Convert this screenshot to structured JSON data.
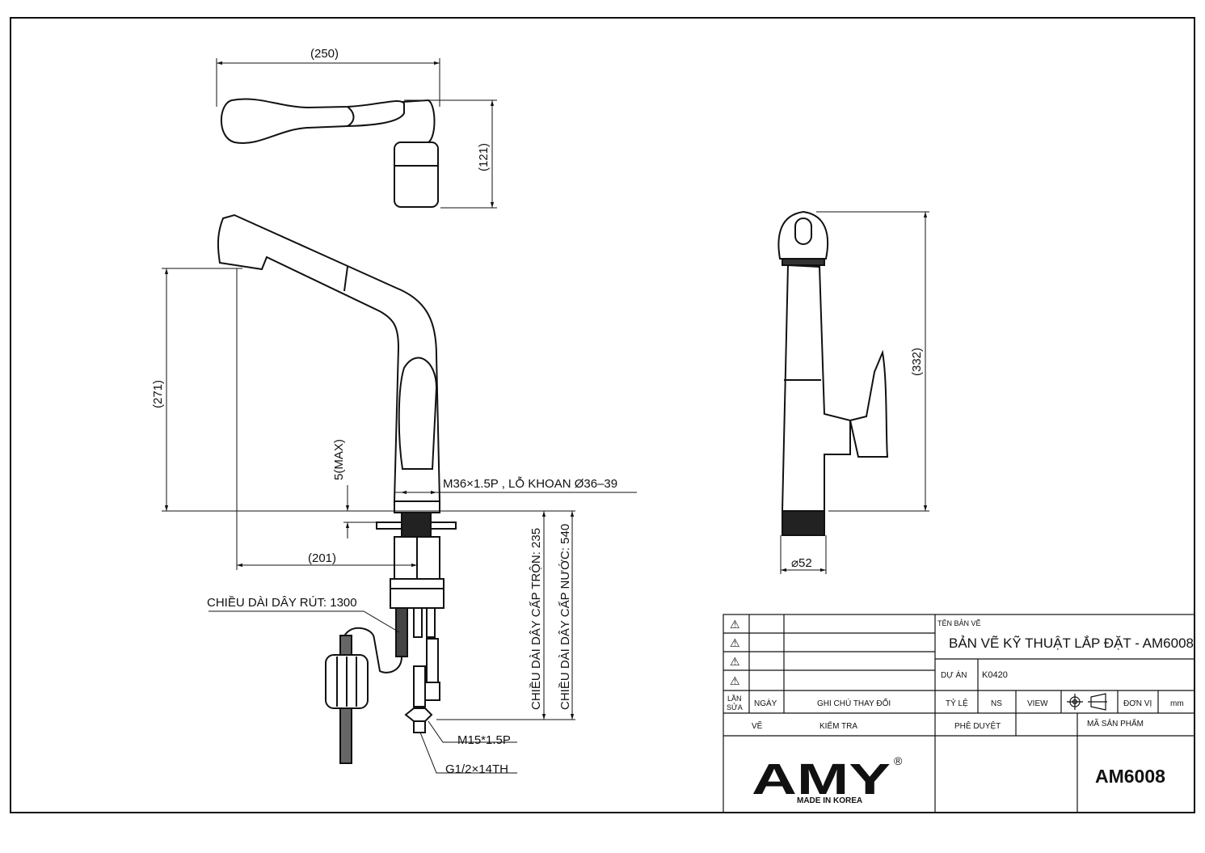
{
  "dimensions": {
    "top_width": "(250)",
    "top_depth": "(121)",
    "spout_height": "(271)",
    "reach": "(201)",
    "max_thickness": "5(MAX)",
    "thread_hole": "M36×1.5P   ,  LỖ KHOAN Ø36–39",
    "total_height": "(332)",
    "base_diameter": "⌀52",
    "hose_length_label": "CHIỀU DÀI DÂY RÚT: 1300",
    "mix_hose_length": "CHIỀU DÀI DÂY CẤP TRỘN: 235",
    "water_hose_length": "CHIỀU DÀI DÂY CẤP NƯỚC: 540",
    "connector_thread": "M15*1.5P",
    "inlet_thread": "G1/2×14TH"
  },
  "title_block": {
    "drawing_name_label": "TÊN BẢN VẼ",
    "drawing_name": "BẢN VẼ KỸ THUẬT LẮP ĐẶT - AM6008",
    "project_label": "DỰ ÁN",
    "project_value": "K0420",
    "scale_label": "TỶ LỆ",
    "scale_value": "NS",
    "view_label": "VIEW",
    "unit_label": "ĐƠN VỊ",
    "unit_value": "mm",
    "revision_label_1": "LẦN",
    "revision_label_2": "SỬA",
    "date_label": "NGÀY",
    "change_note_label": "GHI CHÚ THAY ĐỔI",
    "drawn_label": "VẼ",
    "checked_label": "KIỂM TRA",
    "approved_label": "PHÊ DUYỆT",
    "product_code_label": "MÃ SẢN PHẨM",
    "product_code": "AM6008",
    "brand": "AMY",
    "brand_mark": "®",
    "brand_tagline": "MADE IN KOREA",
    "revision_symbols": [
      "⚠",
      "⚠",
      "⚠",
      "⚠"
    ]
  }
}
